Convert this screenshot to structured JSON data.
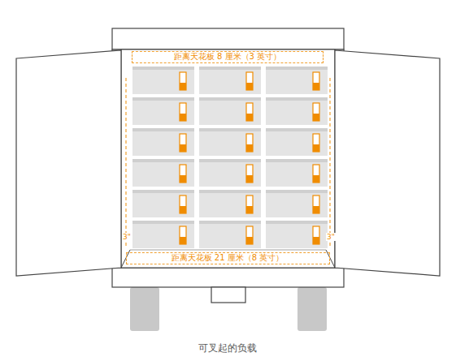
{
  "diagram": {
    "caption": "可叉起的负载",
    "nodes": [
      {
        "text": [
          "距离天花板 8 厘米（3 英寸）"
        ]
      },
      {
        "text": [
          "距离天花板 21 厘米（8 英寸）"
        ]
      }
    ],
    "labels": [
      "3\"",
      "3\""
    ]
  }
}
